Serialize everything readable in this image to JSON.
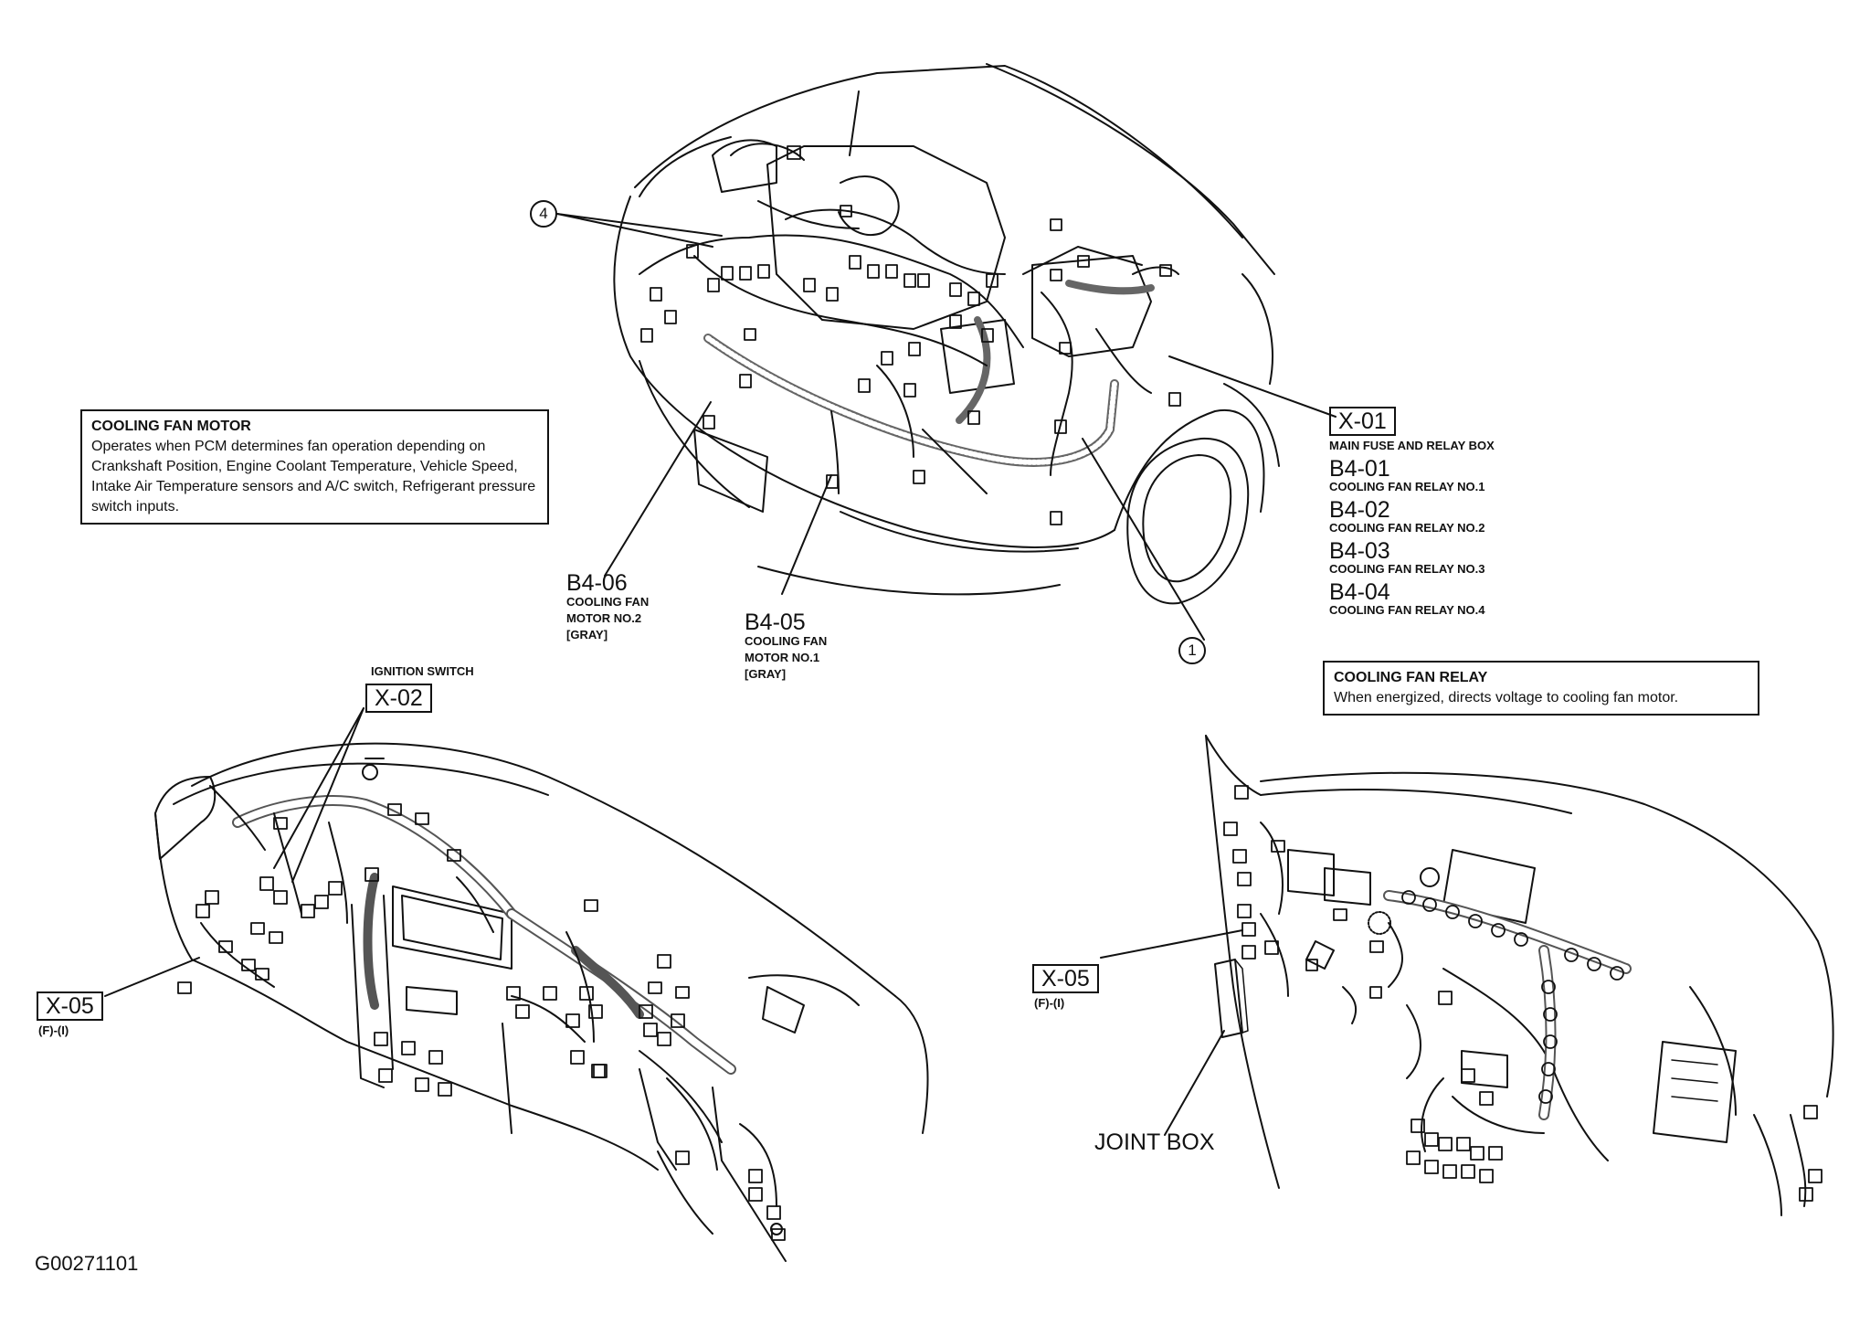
{
  "engine_bay": {
    "x01": {
      "code": "X-01",
      "desc": "MAIN FUSE AND RELAY BOX",
      "relays": [
        {
          "code": "B4-01",
          "desc": "COOLING FAN RELAY NO.1"
        },
        {
          "code": "B4-02",
          "desc": "COOLING FAN RELAY NO.2"
        },
        {
          "code": "B4-03",
          "desc": "COOLING FAN RELAY NO.3"
        },
        {
          "code": "B4-04",
          "desc": "COOLING FAN RELAY NO.4"
        }
      ]
    },
    "b406": {
      "code": "B4-06",
      "line1": "COOLING FAN",
      "line2": "MOTOR NO.2",
      "line3": "[GRAY]"
    },
    "b405": {
      "code": "B4-05",
      "line1": "COOLING FAN",
      "line2": "MOTOR NO.1",
      "line3": "[GRAY]"
    },
    "callout_4": "4",
    "callout_1": "1"
  },
  "notes": {
    "fan_motor": {
      "title": "COOLING FAN MOTOR",
      "body": "Operates when PCM determines fan operation depending on Crankshaft Position, Engine Coolant Temperature, Vehicle Speed, Intake Air Temperature sensors and A/C switch, Refrigerant pressure switch inputs."
    },
    "fan_relay": {
      "title": "COOLING FAN RELAY",
      "body": "When energized, directs voltage to cooling fan motor."
    }
  },
  "dashboard_left": {
    "x02_label": "IGNITION SWITCH",
    "x02_code": "X-02",
    "x05_code": "X-05",
    "x05_sub": "(F)-(I)"
  },
  "dashboard_right": {
    "x05_code": "X-05",
    "x05_sub": "(F)-(I)",
    "joint_box": "JOINT BOX"
  },
  "figure_id": "G00271101"
}
